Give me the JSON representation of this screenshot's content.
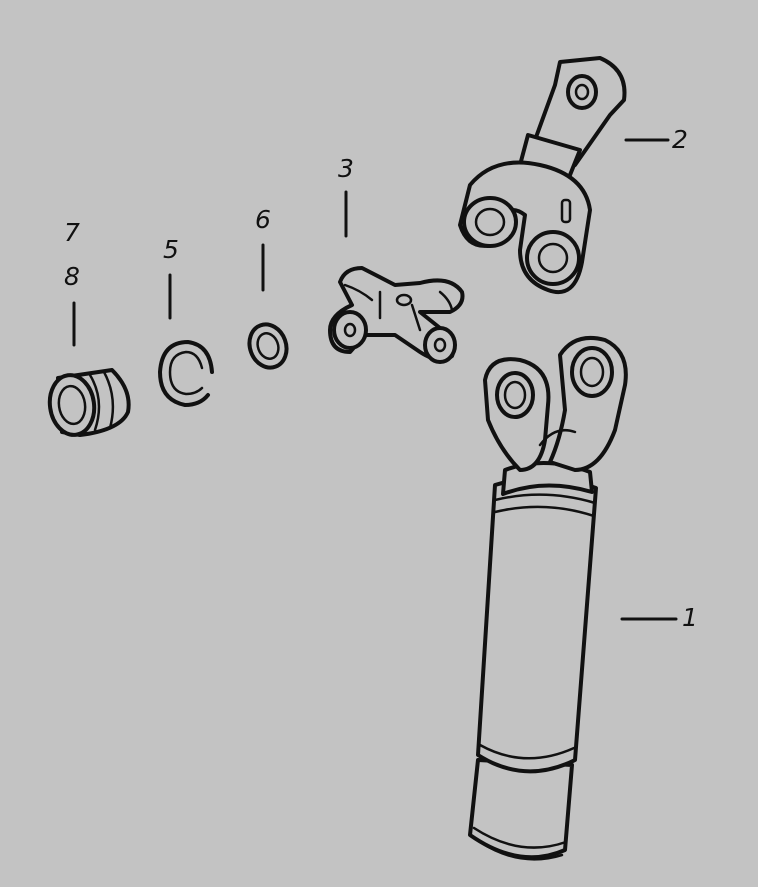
{
  "callouts": {
    "c1": "1",
    "c2": "2",
    "c3": "3",
    "c5": "5",
    "c6": "6",
    "c7": "7",
    "c8": "8"
  },
  "colors": {
    "background": "#c3c3c3",
    "ink": "#111111"
  }
}
